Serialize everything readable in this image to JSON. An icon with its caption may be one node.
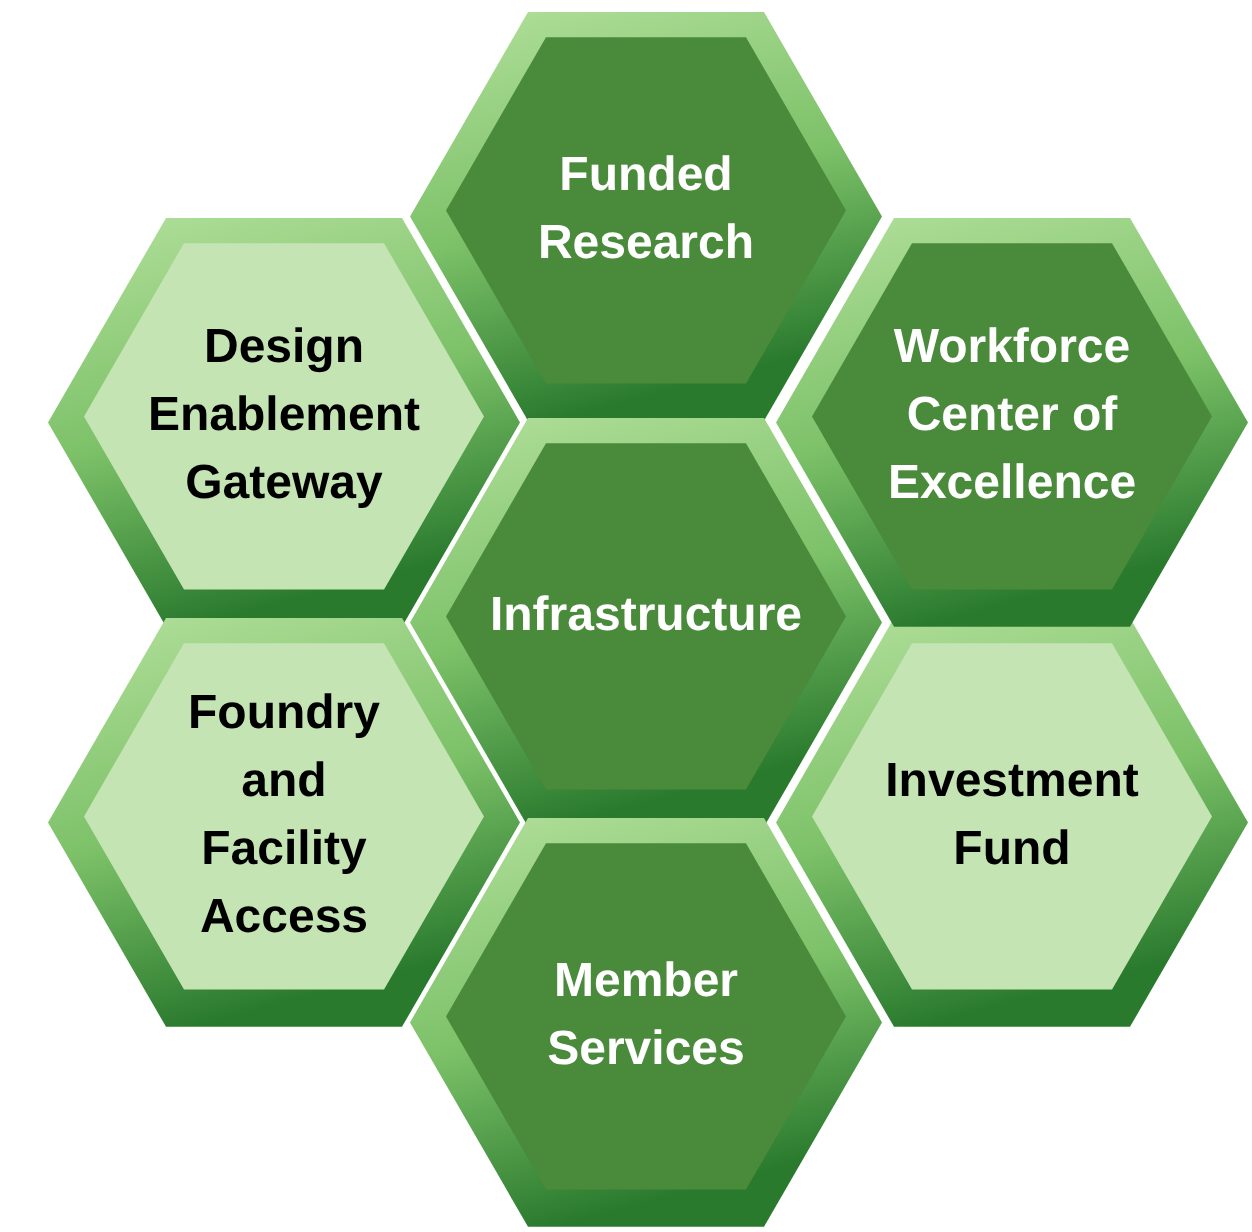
{
  "diagram": {
    "nodes": [
      {
        "text": [
          "Funded Research"
        ]
      },
      {
        "text": [
          "Design Enablement Gateway"
        ]
      },
      {
        "text": [
          "Workforce Center of Excellence"
        ]
      },
      {
        "text": [
          "Infrastructure"
        ]
      },
      {
        "text": [
          "Foundry and Facility Access"
        ]
      },
      {
        "text": [
          "Investment Fund"
        ]
      },
      {
        "text": [
          "Member Services"
        ]
      }
    ]
  }
}
